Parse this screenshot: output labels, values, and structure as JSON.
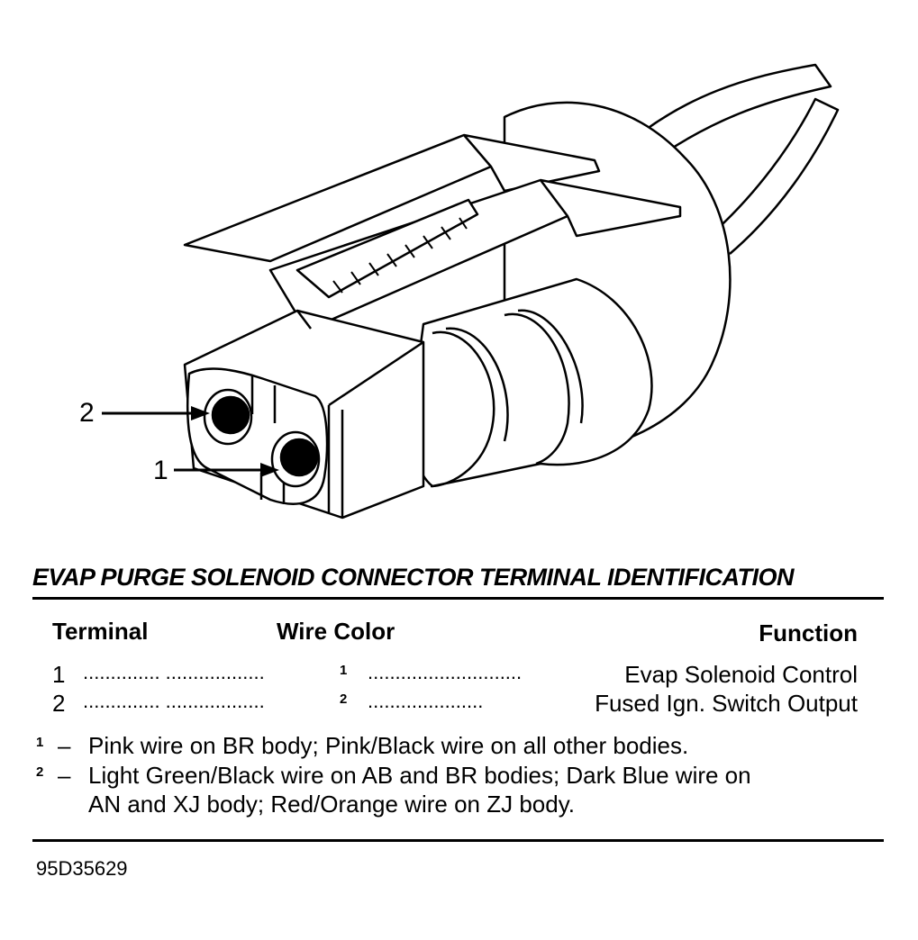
{
  "callouts": {
    "terminal_2": "2",
    "terminal_1": "1"
  },
  "title": "EVAP PURGE SOLENOID CONNECTOR TERMINAL IDENTIFICATION",
  "table": {
    "headers": {
      "terminal": "Terminal",
      "wire_color": "Wire Color",
      "function": "Function"
    },
    "rows": [
      {
        "terminal": "1",
        "note_ref": "1",
        "function": "Evap Solenoid Control"
      },
      {
        "terminal": "2",
        "note_ref": "2",
        "function": "Fused Ign. Switch Output"
      }
    ]
  },
  "notes": [
    {
      "ref": "1",
      "dash": "–",
      "lines": [
        "Pink wire on BR body; Pink/Black wire on all other bodies."
      ]
    },
    {
      "ref": "2",
      "dash": "–",
      "lines": [
        "Light Green/Black wire on AB and BR bodies; Dark Blue wire on",
        "AN and XJ body; Red/Orange wire on ZJ body."
      ]
    }
  ],
  "figure_id": "95D35629"
}
